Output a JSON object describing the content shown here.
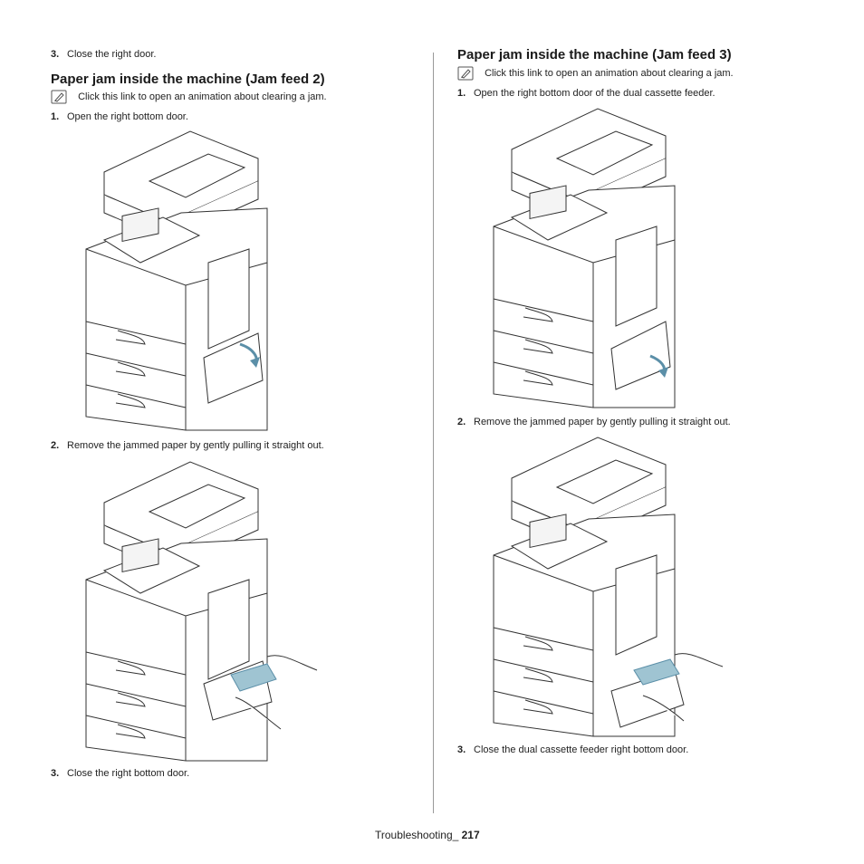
{
  "left": {
    "step_prev": {
      "num": "3.",
      "text": "Close the right door."
    },
    "heading": "Paper jam inside the machine (Jam feed 2)",
    "note_link": "Click this link to open an animation about clearing a jam.",
    "step1": {
      "num": "1.",
      "text": "Open the right bottom door."
    },
    "step2": {
      "num": "2.",
      "text": "Remove the jammed paper by gently pulling it straight out."
    },
    "step3": {
      "num": "3.",
      "text": "Close the right bottom door."
    }
  },
  "right": {
    "heading": "Paper jam inside the machine (Jam feed 3)",
    "note_link": "Click this link to open an animation about clearing a jam.",
    "step1": {
      "num": "1.",
      "text": "Open the right bottom door of the dual cassette feeder."
    },
    "step2": {
      "num": "2.",
      "text": "Remove the jammed paper by gently pulling it straight out."
    },
    "step3": {
      "num": "3.",
      "text": "Close the dual cassette feeder right bottom door."
    }
  },
  "footer": {
    "section": "Troubleshooting_ ",
    "page": "217"
  },
  "colors": {
    "accent_arrow": "#5b8fa8",
    "paper": "#9fc4d2"
  }
}
